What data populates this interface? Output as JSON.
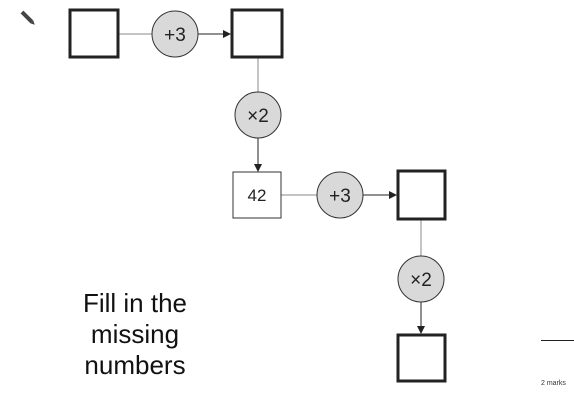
{
  "diagram": {
    "operations": [
      {
        "id": "op1",
        "label": "+3"
      },
      {
        "id": "op2",
        "label": "×2"
      },
      {
        "id": "op3",
        "label": "+3"
      },
      {
        "id": "op4",
        "label": "×2"
      }
    ],
    "boxes": [
      {
        "id": "box1",
        "value": "",
        "empty": true
      },
      {
        "id": "box2",
        "value": "",
        "empty": true
      },
      {
        "id": "box3",
        "value": "42",
        "empty": false
      },
      {
        "id": "box4",
        "value": "",
        "empty": true
      },
      {
        "id": "box5",
        "value": "",
        "empty": true
      }
    ],
    "colors": {
      "op_fill": "#d9d9d9",
      "stroke": "#222222",
      "connector": "#888888"
    }
  },
  "instruction": "Fill in the missing numbers",
  "marks": {
    "label": "2 marks"
  },
  "icons": [
    "pencil-icon"
  ]
}
